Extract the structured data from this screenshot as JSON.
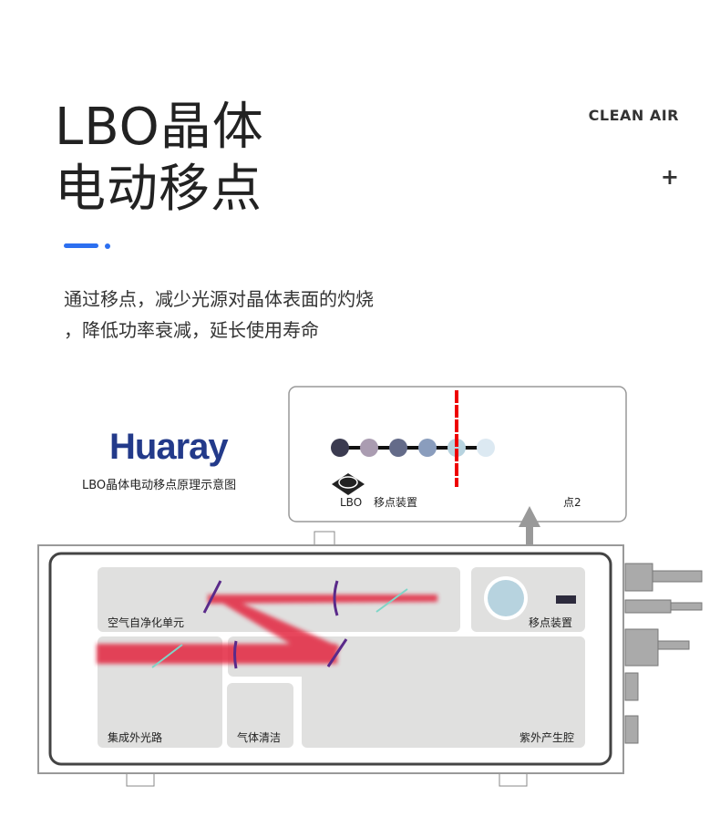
{
  "header": {
    "title_line1": "LBO晶体",
    "title_line2": "电动移点",
    "tag": "CLEAN AIR",
    "plus": "+"
  },
  "description": {
    "line1": "通过移点，减少光源对晶体表面的灼烧",
    "line2": "，降低功率衰减，延长使用寿命"
  },
  "brand": {
    "logo": "Huaray",
    "caption": "LBO晶体电动移点原理示意图"
  },
  "inset": {
    "lbo_label": "LBO",
    "device_label": "移点装置",
    "point_label": "点2",
    "dot_colors": [
      "#3b3b50",
      "#aa9cb1",
      "#646b89",
      "#8a9dbd",
      "#b7d3df",
      "#dce9f2"
    ]
  },
  "diagram": {
    "labels": {
      "air_purify": "空气自净化单元",
      "move_device": "移点装置",
      "external_path": "集成外光路",
      "gas_clean": "气体清洁",
      "uv_cavity": "紫外产生腔"
    }
  }
}
